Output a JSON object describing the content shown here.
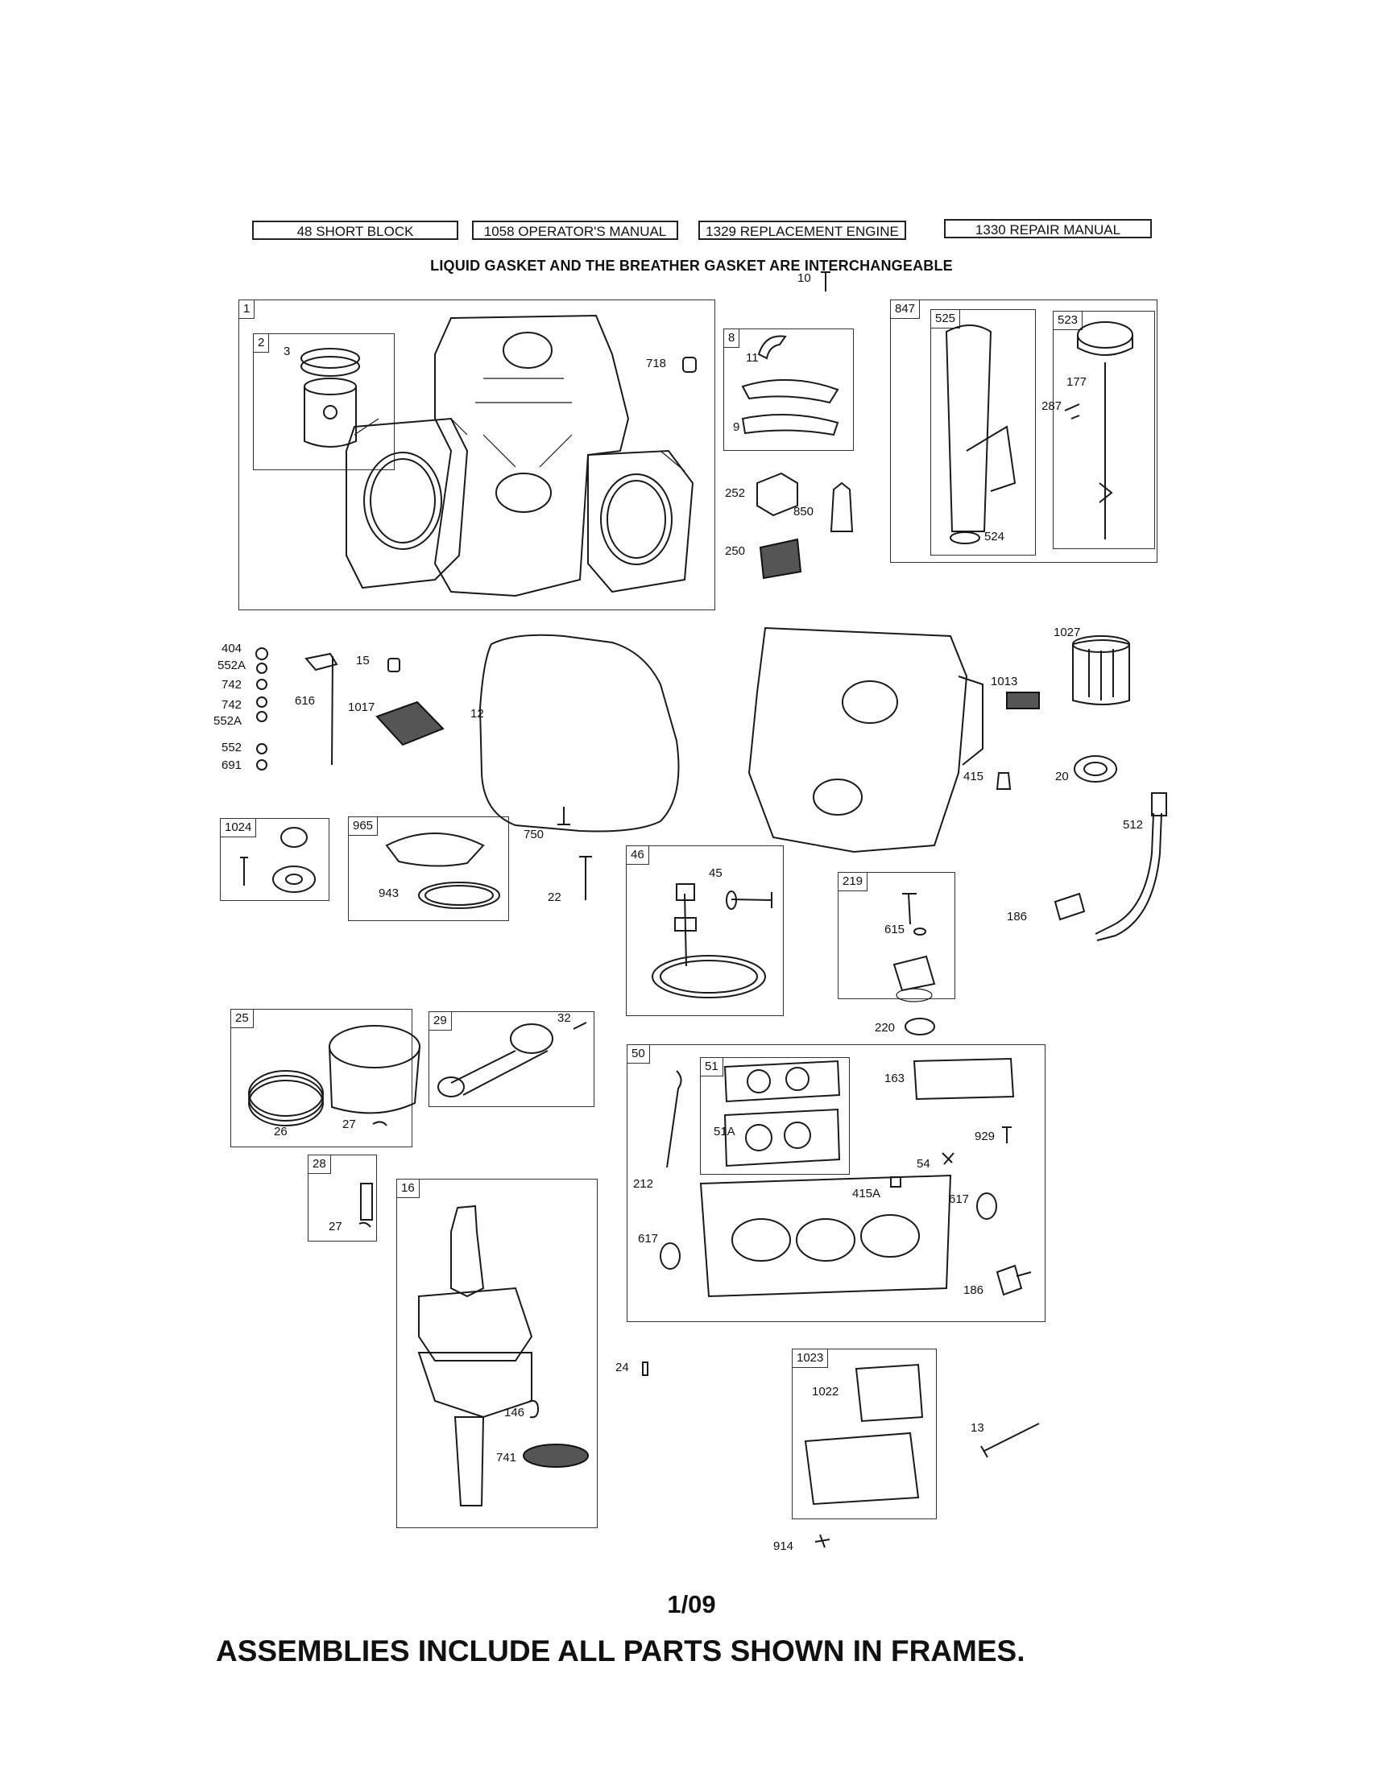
{
  "references": [
    "48 SHORT BLOCK",
    "1058 OPERATOR'S MANUAL",
    "1329 REPLACEMENT ENGINE",
    "1330 REPAIR MANUAL"
  ],
  "note": "LIQUID GASKET AND THE BREATHER GASKET ARE INTERCHANGEABLE",
  "frames": {
    "f1": "1",
    "f2": "2",
    "f8": "8",
    "f847": "847",
    "f525": "525",
    "f523": "523",
    "f1024": "1024",
    "f965": "965",
    "f46": "46",
    "f219": "219",
    "f25": "25",
    "f29": "29",
    "f50": "50",
    "f51": "51",
    "f28": "28",
    "f16": "16",
    "f1023": "1023"
  },
  "labels": {
    "l3": "3",
    "l718": "718",
    "l10": "10",
    "l11": "11",
    "l9": "9",
    "l252": "252",
    "l850": "850",
    "l250": "250",
    "l177": "177",
    "l287": "287",
    "l524": "524",
    "l404": "404",
    "l552A_1": "552A",
    "l742_1": "742",
    "l742_2": "742",
    "l552A_2": "552A",
    "l552": "552",
    "l691": "691",
    "l616": "616",
    "l15": "15",
    "l1017": "1017",
    "l12": "12",
    "l1027": "1027",
    "l1013": "1013",
    "l415": "415",
    "l20": "20",
    "l512": "512",
    "l186_1": "186",
    "l750": "750",
    "l943": "943",
    "l22": "22",
    "l45": "45",
    "l615": "615",
    "l220": "220",
    "l32": "32",
    "l26": "26",
    "l27_1": "27",
    "l27_2": "27",
    "l163": "163",
    "l929": "929",
    "l51A": "51A",
    "l212": "212",
    "l54": "54",
    "l415A": "415A",
    "l617_1": "617",
    "l617_2": "617",
    "l186_2": "186",
    "l24": "24",
    "l146": "146",
    "l741": "741",
    "l1022": "1022",
    "l13": "13",
    "l914": "914"
  },
  "page_number": "1/09",
  "footer": "ASSEMBLIES INCLUDE ALL PARTS SHOWN IN FRAMES."
}
